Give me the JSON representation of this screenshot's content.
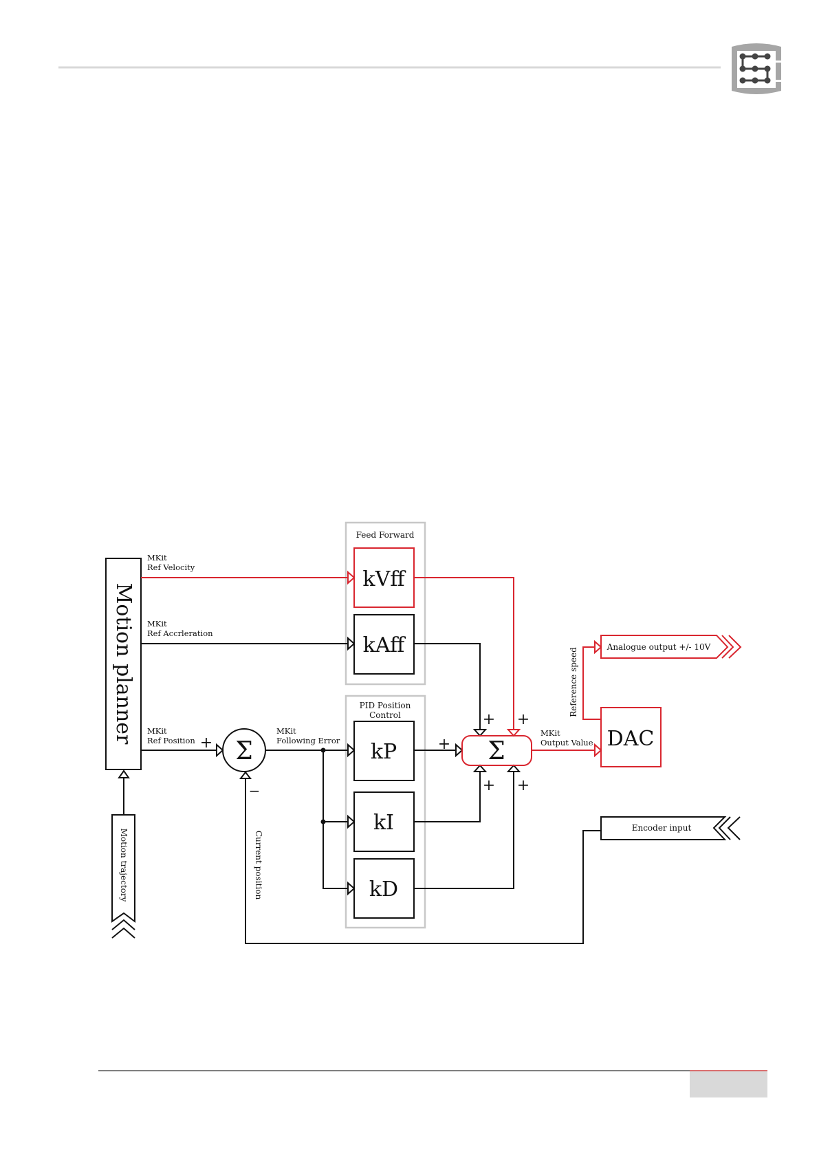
{
  "colors": {
    "accent": "#d9262f",
    "line": "#111111",
    "group": "#c8c8c8"
  },
  "diagram": {
    "motion_planner": "Motion planner",
    "motion_trajectory": "Motion trajectory",
    "feed_forward": "Feed Forward",
    "pid_title_1": "PID Position",
    "pid_title_2": "Control",
    "kvff": "kVff",
    "kaff": "kAff",
    "kp": "kP",
    "ki": "kI",
    "kd": "kD",
    "dac": "DAC",
    "sigma": "Σ",
    "plus": "+",
    "minus": "−",
    "ref_velocity_1": "MKit",
    "ref_velocity_2": "Ref Velocity",
    "ref_accel_1": "MKit",
    "ref_accel_2": "Ref Accrleration",
    "ref_position_1": "MKit",
    "ref_position_2": "Ref Position",
    "following_error_1": "MKit",
    "following_error_2": "Following Error",
    "output_value_1": "MKit",
    "output_value_2": "Output Value",
    "reference_speed": "Reference speed",
    "current_position": "Current position",
    "analogue_output": "Analogue output +/- 10V",
    "encoder_input": "Encoder input"
  }
}
